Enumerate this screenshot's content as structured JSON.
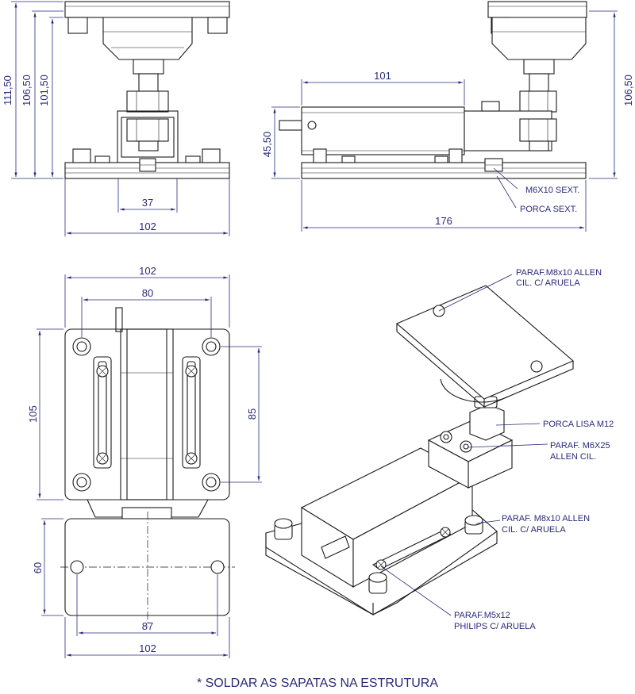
{
  "views": {
    "front": {
      "dims": {
        "height_total": "111,50",
        "height_mid": "106,50",
        "height_low": "101,50",
        "inner_width": "37",
        "base_width": "102"
      }
    },
    "side": {
      "dims": {
        "cell_length": "101",
        "cell_height": "45,50",
        "height_right": "106,50",
        "total_length": "176"
      },
      "callouts": {
        "screw": "M6X10 SEXT.",
        "nut": "PORCA SEXT."
      }
    },
    "top": {
      "dims": {
        "base_width": "102",
        "hole_spacing_x": "80",
        "base_height": "105",
        "hole_spacing_y": "85"
      }
    },
    "foot": {
      "dims": {
        "height": "60",
        "hole_spacing": "87",
        "width": "102"
      }
    },
    "iso": {
      "callouts": {
        "top_screw_1": "PARAF.M8x10 ALLEN",
        "top_screw_2": "CIL. C/ ARUELA",
        "nut_m12": "PORCA LISA M12",
        "screw_m6_1": "PARAF. M6X25",
        "screw_m6_2": "ALLEN CIL.",
        "screw_m8_1": "PARAF. M8x10 ALLEN",
        "screw_m8_2": "CIL. C/ ARUELA",
        "screw_m5_1": "PARAF.M5x12",
        "screw_m5_2": "PHILIPS C/ ARUELA"
      }
    }
  },
  "footnote": "* SOLDAR AS SAPATAS NA ESTRUTURA"
}
